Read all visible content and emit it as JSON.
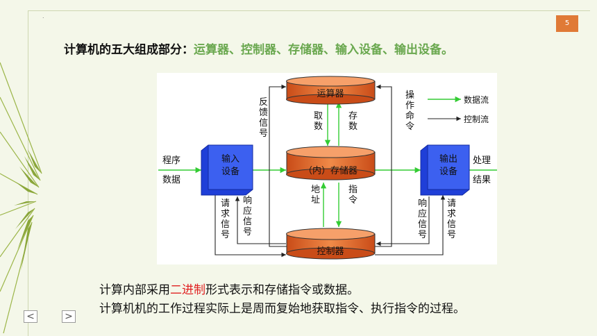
{
  "slide": {
    "page_number": "5",
    "title_prefix": "计算机的五大组成部分：",
    "title_components": "运算器、控制器、存储器、输入设备、输出设备。",
    "body_line1_before": "计算内部采用",
    "body_line1_highlight": "二进制",
    "body_line1_after": "形式表示和存储指令或数据。",
    "body_line2": "计算机机的工作过程实际上是周而复始地获取指令、执行指令的过程。",
    "nav_prev": "<",
    "nav_next": ">",
    "dot": "."
  },
  "diagram": {
    "alu": "运算器",
    "memory": "（内）存储器",
    "controller": "控制器",
    "input_device": [
      "输入",
      "设备"
    ],
    "output_device": [
      "输出",
      "设备"
    ],
    "program_data": [
      "程序",
      "数据"
    ],
    "process_result": [
      "处理",
      "结果"
    ],
    "feedback_signal": "反馈信号",
    "fetch": "取数",
    "store": "存数",
    "operation_command": "操作命令",
    "address": "地址",
    "instruction": "指令",
    "request_left": "请求信号",
    "response_left": "响应信号",
    "response_right": "响应信号",
    "request_right": "请求信号",
    "legend_data": "数据流",
    "legend_control": "控制流",
    "colors": {
      "data_flow": "#33cc33",
      "control_flow": "#222222",
      "cylinder": "#e8682a",
      "device": "#1f3fd8"
    }
  }
}
